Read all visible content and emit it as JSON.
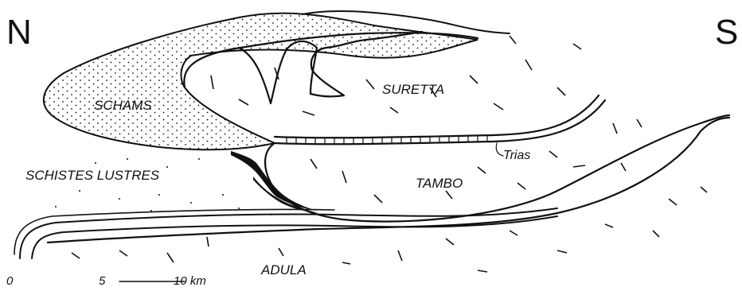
{
  "orientation": {
    "north": "N",
    "south": "S"
  },
  "units": {
    "schams": "SCHAMS",
    "suretta": "SURETTA",
    "schistes_lustres": "SCHISTES LUSTRES",
    "tambo": "TAMBO",
    "trias": "Trias",
    "adula": "ADULA"
  },
  "scale_bar": {
    "zero": "0",
    "five": "5",
    "ten": "10 km"
  },
  "colors": {
    "ink": "#111111",
    "background": "#ffffff"
  }
}
